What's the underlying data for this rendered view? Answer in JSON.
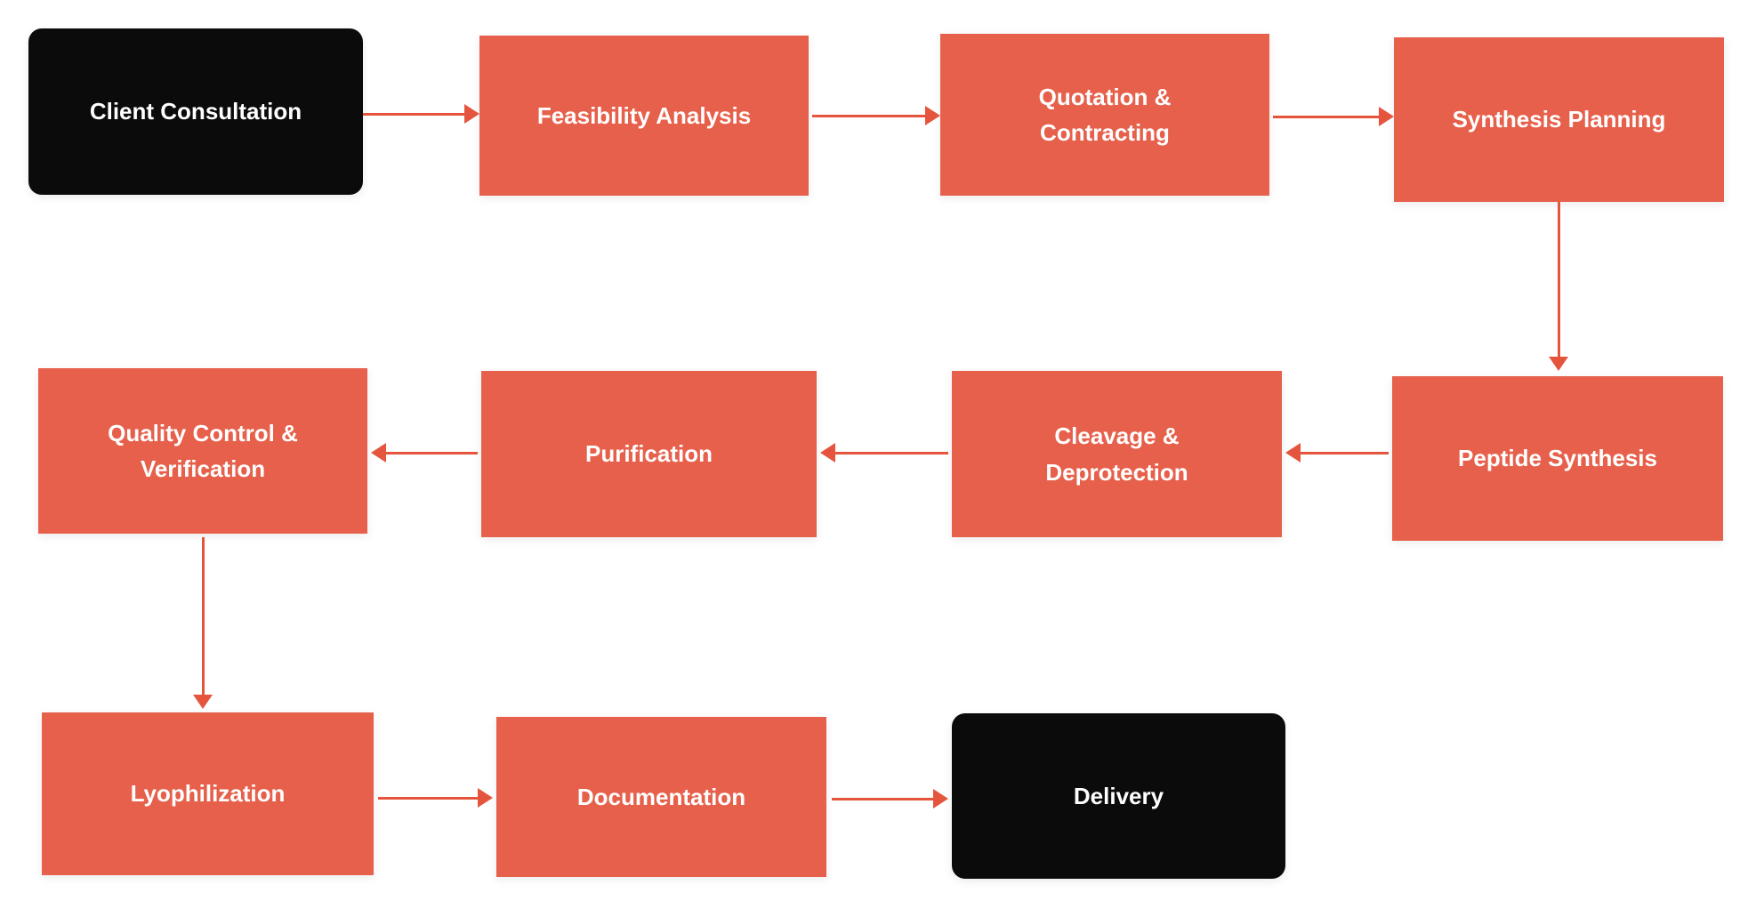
{
  "palette": {
    "background": "#ffffff",
    "accent": "#e6604b",
    "dark": "#0b0b0c",
    "arrow": "#e5553e",
    "text": "#ffffff"
  },
  "diagram": {
    "type": "flowchart",
    "nodes": [
      {
        "id": "client-consultation",
        "label": "Client Consultation",
        "variant": "dark"
      },
      {
        "id": "feasibility-analysis",
        "label": "Feasibility Analysis",
        "variant": "accent"
      },
      {
        "id": "quotation-contracting",
        "label": "Quotation & Contracting",
        "variant": "accent"
      },
      {
        "id": "synthesis-planning",
        "label": "Synthesis Planning",
        "variant": "accent"
      },
      {
        "id": "peptide-synthesis",
        "label": "Peptide Synthesis",
        "variant": "accent"
      },
      {
        "id": "cleavage-deprotection",
        "label": "Cleavage & Deprotection",
        "variant": "accent"
      },
      {
        "id": "purification",
        "label": "Purification",
        "variant": "accent"
      },
      {
        "id": "quality-control-verification",
        "label": "Quality Control & Verification",
        "variant": "accent"
      },
      {
        "id": "lyophilization",
        "label": "Lyophilization",
        "variant": "accent"
      },
      {
        "id": "documentation",
        "label": "Documentation",
        "variant": "accent"
      },
      {
        "id": "delivery",
        "label": "Delivery",
        "variant": "dark"
      }
    ],
    "edges": [
      {
        "from": "client-consultation",
        "to": "feasibility-analysis",
        "direction": "right"
      },
      {
        "from": "feasibility-analysis",
        "to": "quotation-contracting",
        "direction": "right"
      },
      {
        "from": "quotation-contracting",
        "to": "synthesis-planning",
        "direction": "right"
      },
      {
        "from": "synthesis-planning",
        "to": "peptide-synthesis",
        "direction": "down"
      },
      {
        "from": "peptide-synthesis",
        "to": "cleavage-deprotection",
        "direction": "left"
      },
      {
        "from": "cleavage-deprotection",
        "to": "purification",
        "direction": "left"
      },
      {
        "from": "purification",
        "to": "quality-control-verification",
        "direction": "left"
      },
      {
        "from": "quality-control-verification",
        "to": "lyophilization",
        "direction": "down"
      },
      {
        "from": "lyophilization",
        "to": "documentation",
        "direction": "right"
      },
      {
        "from": "documentation",
        "to": "delivery",
        "direction": "right"
      }
    ]
  }
}
